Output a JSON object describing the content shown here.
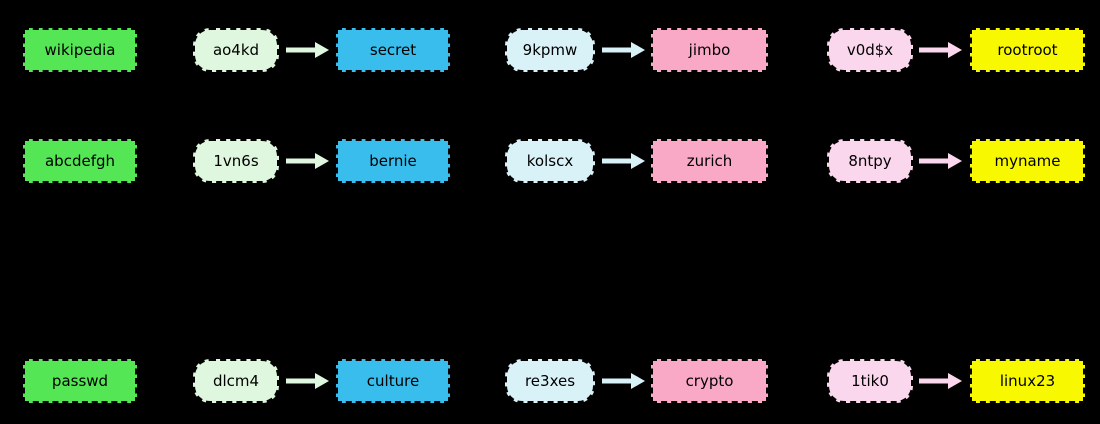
{
  "colors": {
    "background": "#000000",
    "text": "#000000",
    "green": "#55e655",
    "pale_green": "#def7de",
    "blue": "#38bdec",
    "pale_blue": "#d9f2f8",
    "pink": "#f9a8c6",
    "pale_pink": "#fbd7ee",
    "yellow": "#f8f800"
  },
  "rows": [
    {
      "plain": "wikipedia",
      "hash1": "ao4kd",
      "word1": "secret",
      "hash2": "9kpmw",
      "word2": "jimbo",
      "hash3": "v0d$x",
      "word3": "rootroot"
    },
    {
      "plain": "abcdefgh",
      "hash1": "1vn6s",
      "word1": "bernie",
      "hash2": "kolscx",
      "word2": "zurich",
      "hash3": "8ntpy",
      "word3": "myname"
    },
    {
      "plain": "passwd",
      "hash1": "dlcm4",
      "word1": "culture",
      "hash2": "re3xes",
      "word2": "crypto",
      "hash3": "1tik0",
      "word3": "linux23"
    }
  ]
}
